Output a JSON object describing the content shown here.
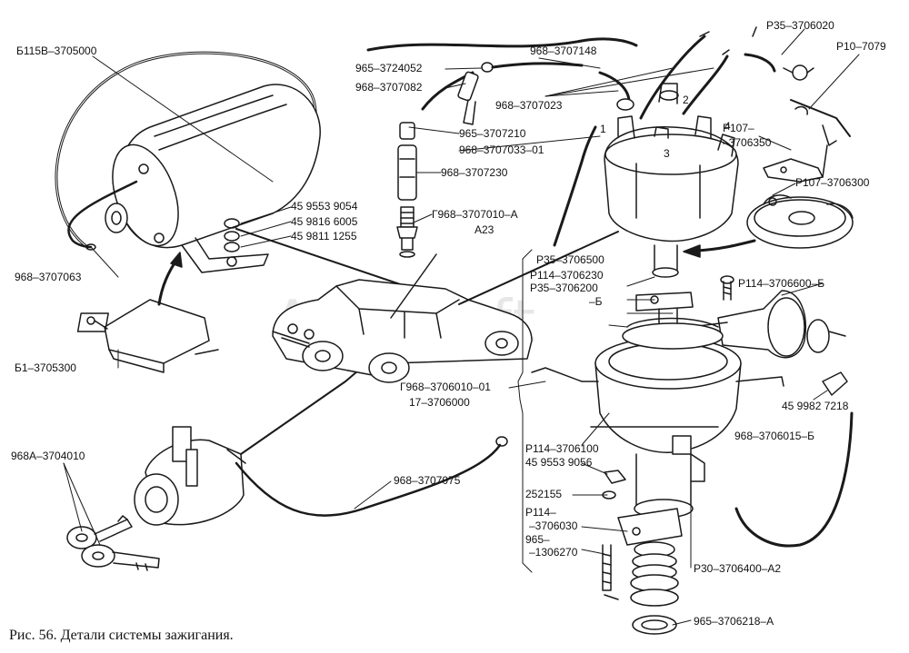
{
  "watermark": "AutoSoft",
  "caption": "Рис. 56. Детали системы зажигания.",
  "labels": {
    "l1": "Б115В–3705000",
    "l2": "968–3707148",
    "l3": "Р35–3706020",
    "l4": "Р10–7079",
    "l5": "965–3724052",
    "l6": "968–3707082",
    "l7": "968–3707023",
    "l8": "965–3707210",
    "l9": "968–3707033–01",
    "l10": "Р107–",
    "l11": "–3706350",
    "l12": "Р107–3706300",
    "l13": "968–3707230",
    "l14": "45 9553 9054",
    "l15": "45 9816 6005",
    "l16": "45 9811 1255",
    "l17": "Г968–3707010–А",
    "l18": "А23",
    "l19": "968–3707063",
    "l20": "Р35–3706500",
    "l21": "Р114–3706230",
    "l22": "Р35–3706200",
    "l23": "–Б",
    "l24": "Р114–3706600–Б",
    "l25": "Б1–3705300",
    "l26": "45 9982 7218",
    "l27": "Г968–3706010–01",
    "l28": "17–3706000",
    "l29": "968–3706015–Б",
    "l30": "968А–3704010",
    "l31": "Р114–3706100",
    "l32": "45 9553 9056",
    "l33": "968–3707075",
    "l34": "252155",
    "l35": "Р114–",
    "l36": "–3706030",
    "l37": "965–",
    "l38": "–1306270",
    "l39": "Р30–3706400–А2",
    "l40": "965–3706218–А",
    "n1": "1",
    "n2": "2",
    "n3": "3",
    "n4": "4"
  }
}
